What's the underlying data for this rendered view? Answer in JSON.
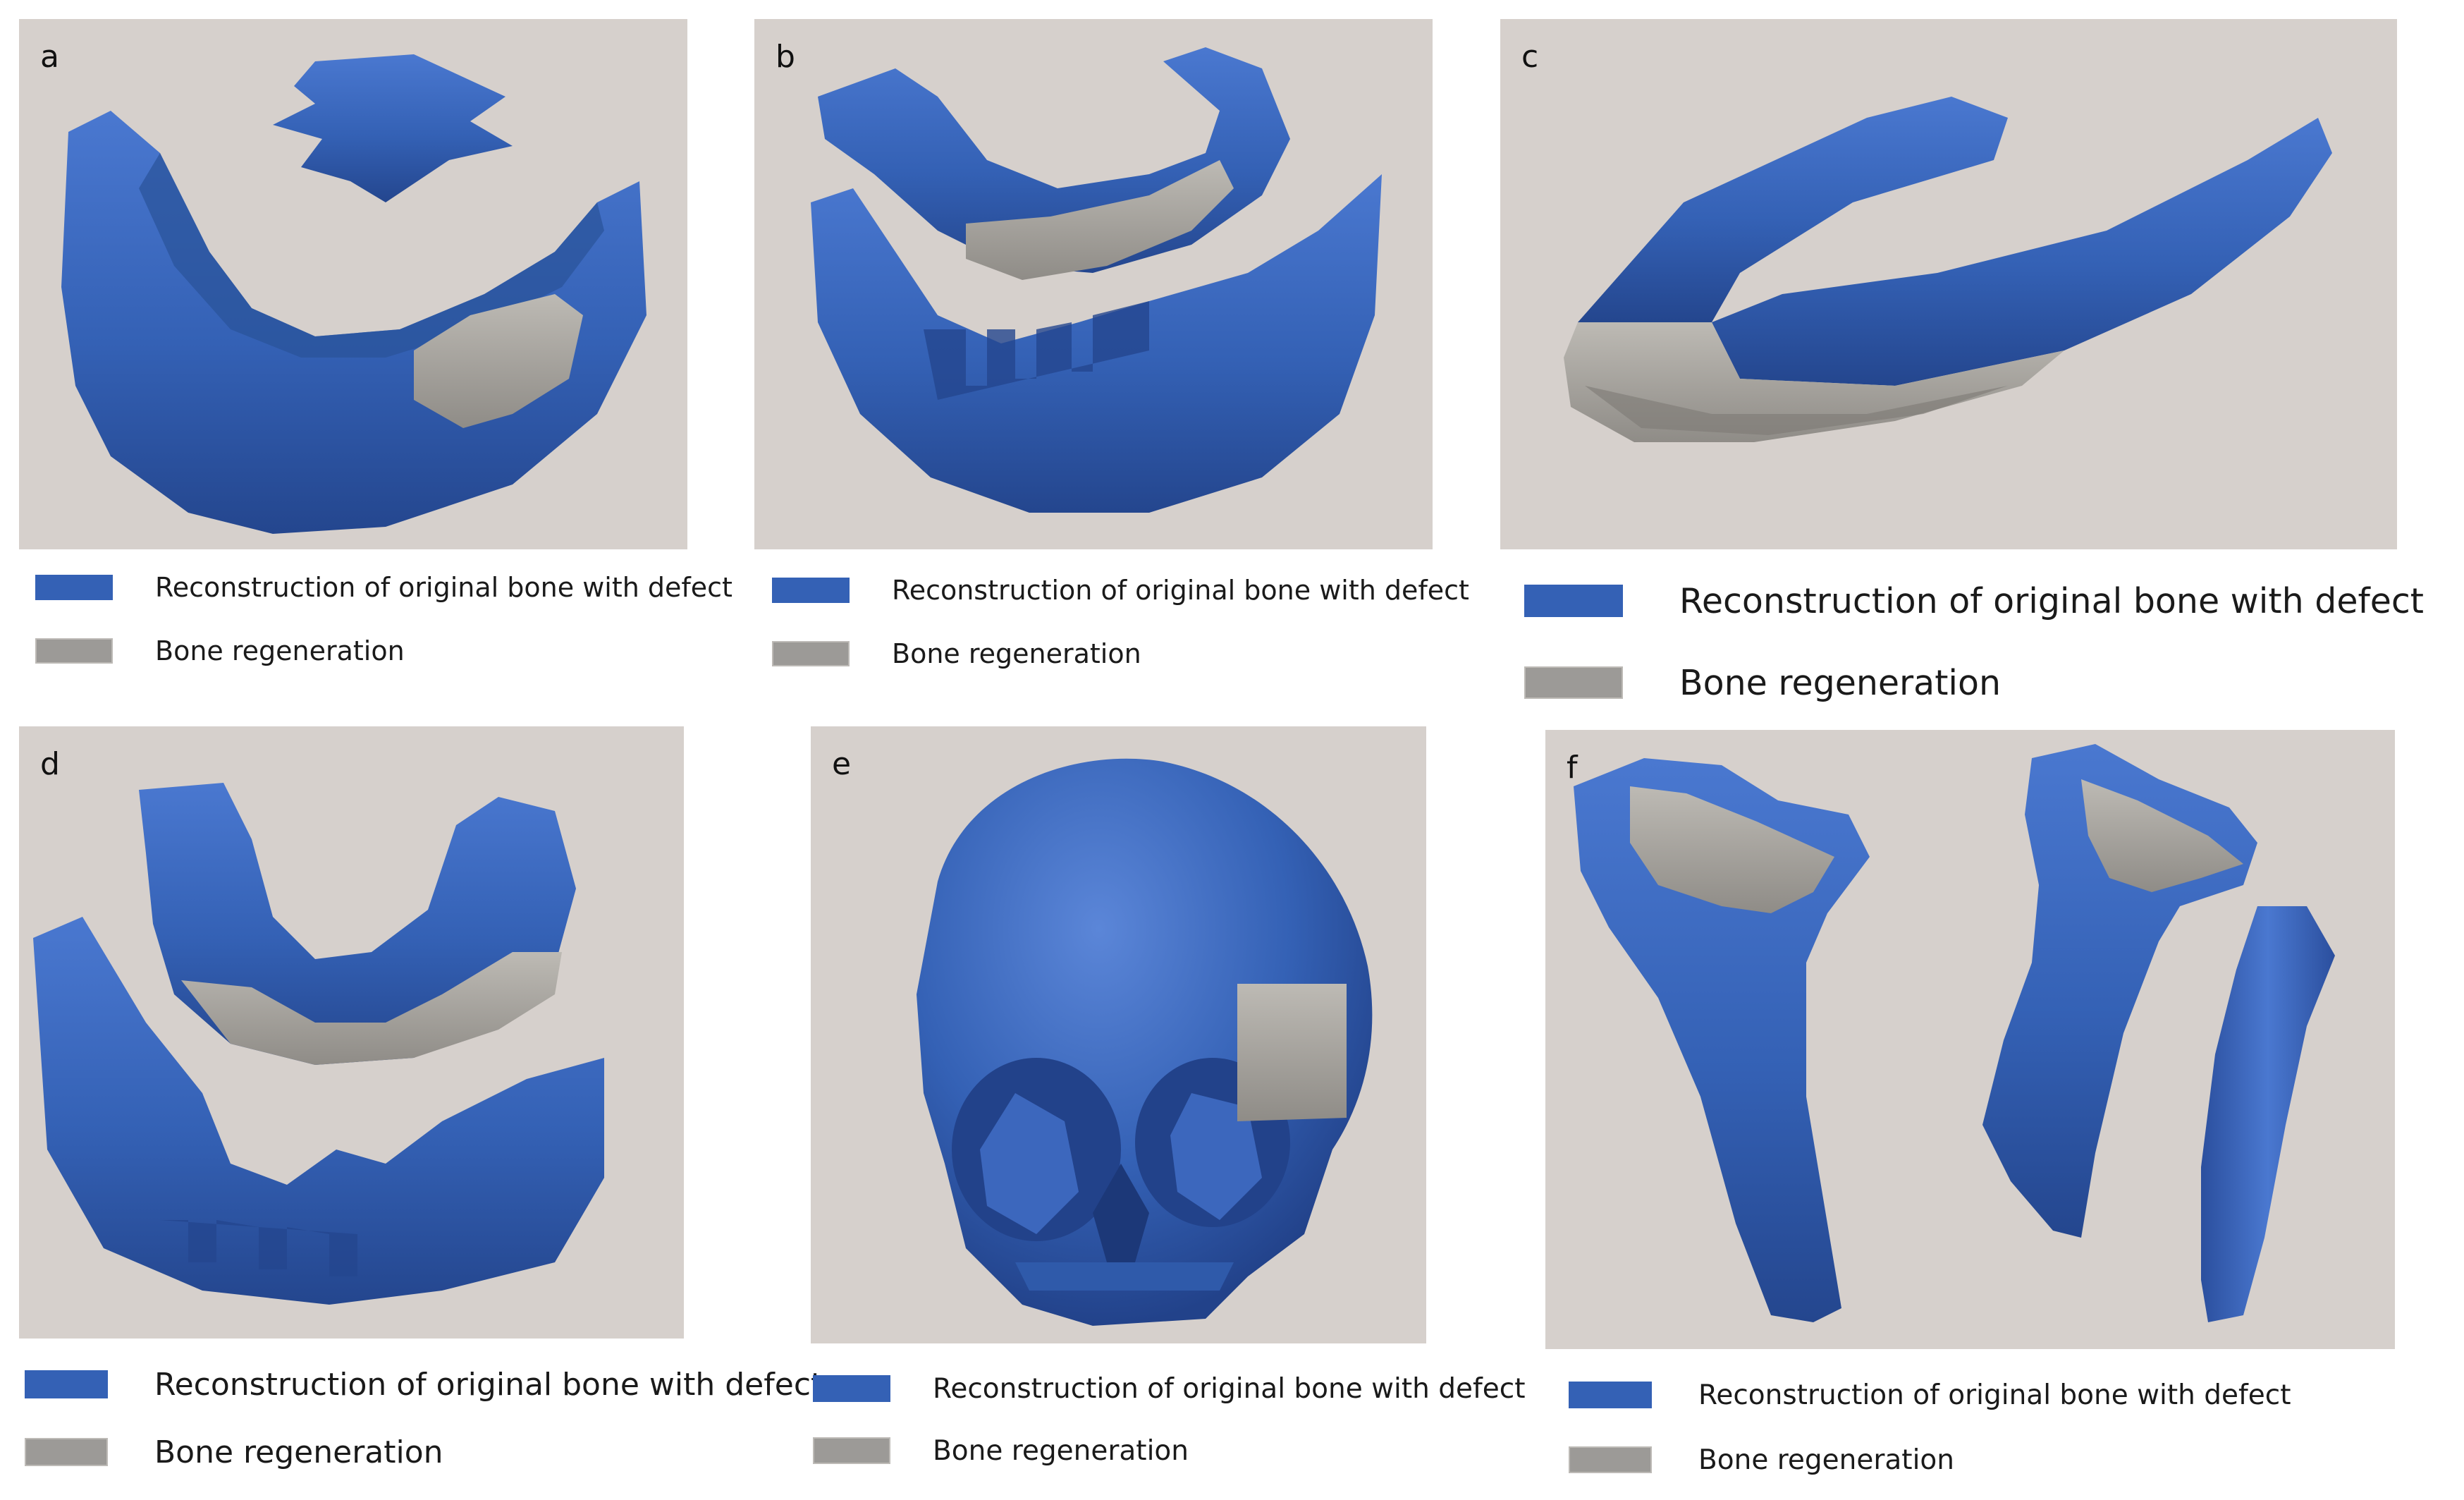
{
  "figure": {
    "colors": {
      "panel_bg": "#d6d0cc",
      "bone_blue": "#3461b5",
      "bone_dark": "#24468e",
      "regeneration_gray": "#a9a6a1"
    },
    "panels": [
      {
        "letter": "a",
        "legend_blue": "Reconstruction of original bone with defect",
        "legend_gray": "Bone regeneration"
      },
      {
        "letter": "b",
        "legend_blue": "Reconstruction of original bone with defect",
        "legend_gray": "Bone regeneration"
      },
      {
        "letter": "c",
        "legend_blue": "Reconstruction of original bone with defect",
        "legend_gray": "Bone regeneration"
      },
      {
        "letter": "d",
        "legend_blue": "Reconstruction of original bone with defect",
        "legend_gray": "Bone regeneration"
      },
      {
        "letter": "e",
        "legend_blue": "Reconstruction of original bone with defect",
        "legend_gray": "Bone regeneration"
      },
      {
        "letter": "f",
        "legend_blue": "Reconstruction of original bone with defect",
        "legend_gray": "Bone regeneration"
      }
    ]
  }
}
